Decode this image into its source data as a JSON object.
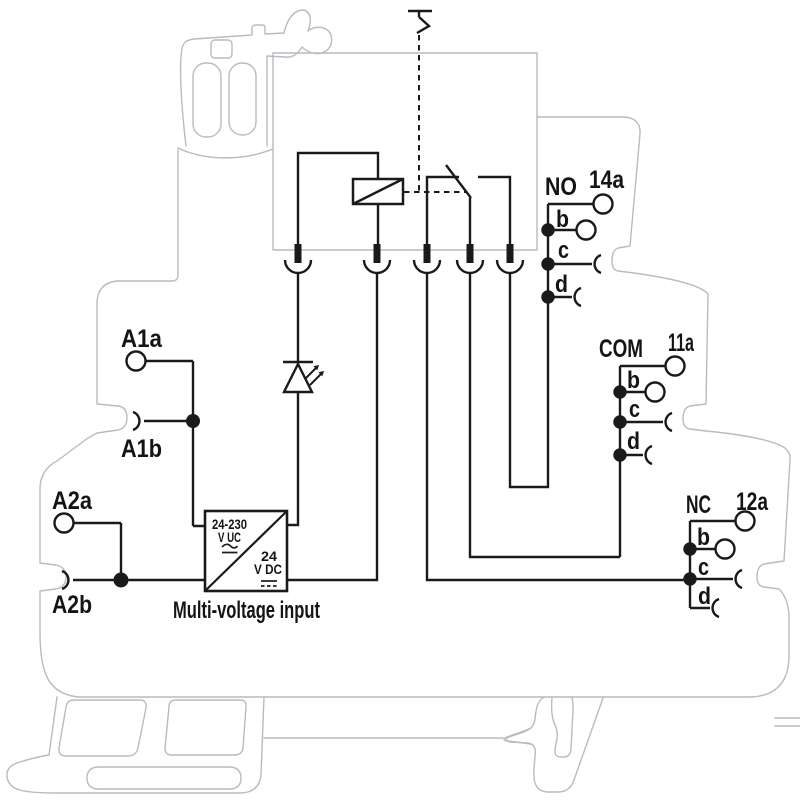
{
  "diagram": {
    "caption": "Multi-voltage input",
    "power_module": {
      "range_line1": "24-230",
      "range_line2": "V UC",
      "dc_line1": "24",
      "dc_line2": "V DC"
    },
    "coil_terminals": {
      "a1a": "A1a",
      "a1b": "A1b",
      "a2a": "A2a",
      "a2b": "A2b"
    },
    "contact_groups": [
      {
        "name": "NO",
        "terminal": "14a",
        "rows": [
          "b",
          "c",
          "d"
        ]
      },
      {
        "name": "COM",
        "terminal": "11a",
        "rows": [
          "b",
          "c",
          "d"
        ]
      },
      {
        "name": "NC",
        "terminal": "12a",
        "rows": [
          "b",
          "c",
          "d"
        ]
      }
    ],
    "colors": {
      "circuit": "#1a1a1a",
      "housing": "#b6bcc2"
    }
  }
}
